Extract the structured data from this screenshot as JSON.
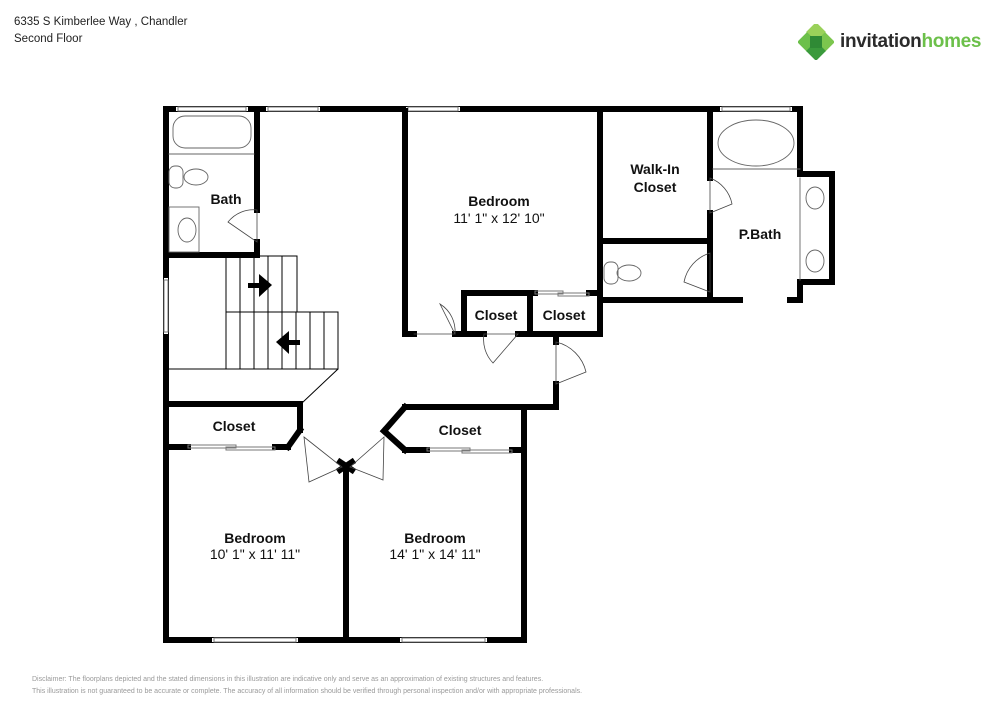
{
  "header": {
    "address": "6335 S Kimberlee Way , Chandler",
    "floor": "Second Floor"
  },
  "logo": {
    "word1": "invitation",
    "word2": "homes",
    "colors": {
      "dark": "#2b2b2b",
      "green": "#6cc04a",
      "green_dark": "#3a9a3c",
      "green_light": "#9ad15a"
    }
  },
  "rooms": {
    "bath": {
      "label": "Bath"
    },
    "bedroom_top": {
      "label": "Bedroom",
      "dims": "11' 1\" x 12' 10\""
    },
    "walkin_closet": {
      "label_line1": "Walk-In",
      "label_line2": "Closet"
    },
    "pbath": {
      "label": "P.Bath"
    },
    "closet_a": {
      "label": "Closet"
    },
    "closet_b": {
      "label": "Closet"
    },
    "closet_left": {
      "label": "Closet"
    },
    "closet_right": {
      "label": "Closet"
    },
    "bedroom_left": {
      "label": "Bedroom",
      "dims": "10' 1\" x 11' 11\""
    },
    "bedroom_right": {
      "label": "Bedroom",
      "dims": "14' 1\" x 14' 11\""
    }
  },
  "disclaimer": {
    "line1": "Disclaimer: The floorplans depicted and the stated dimensions in this illustration are indicative only and serve as an approximation of existing structures and features.",
    "line2": "This illustration is not guaranteed to be accurate or complete. The accuracy of all information should be verified through personal inspection and/or with appropriate professionals."
  }
}
